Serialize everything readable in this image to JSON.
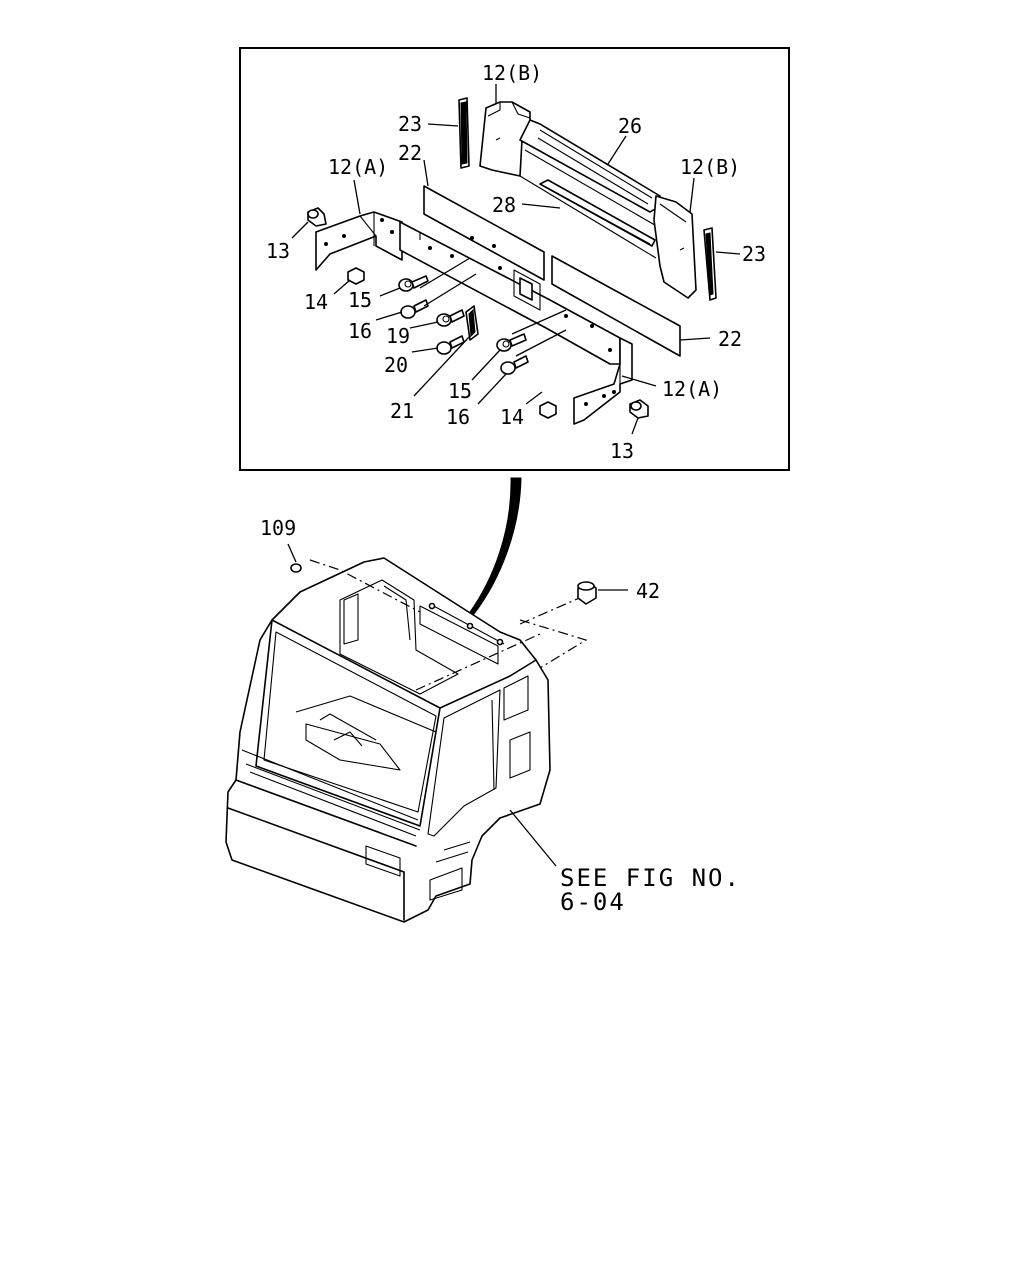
{
  "labels": {
    "p12b_top": "12(B)",
    "p23_left": "23",
    "p26": "26",
    "p22_top": "22",
    "p12a_left": "12(A)",
    "p12b_right": "12(B)",
    "p28": "28",
    "p23_right": "23",
    "p13_left": "13",
    "p14_left": "14",
    "p15_left": "15",
    "p16_left": "16",
    "p19": "19",
    "p20": "20",
    "p21": "21",
    "p22_right": "22",
    "p15_mid": "15",
    "p16_mid": "16",
    "p14_mid": "14",
    "p12a_right": "12(A)",
    "p13_bottom": "13",
    "p109": "109",
    "p42": "42"
  },
  "reference": {
    "line1": "SEE FIG NO.",
    "line2": "6-04"
  }
}
